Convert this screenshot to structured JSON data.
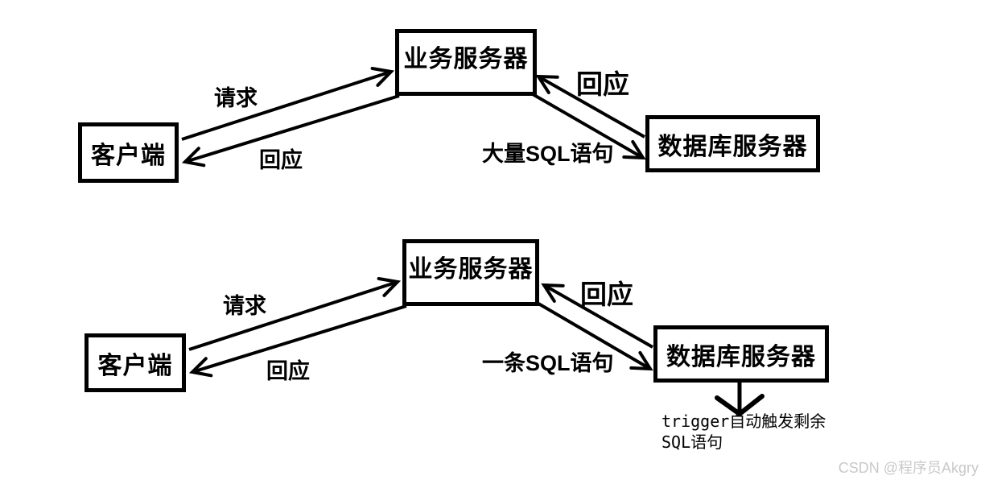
{
  "colors": {
    "ink": "#000000",
    "background": "#ffffff",
    "watermark": "#c9c9c9"
  },
  "top_diagram": {
    "client_label": "客户端",
    "app_server_label": "业务服务器",
    "db_server_label": "数据库服务器",
    "request_label": "请求",
    "response_to_client_label": "回应",
    "response_to_app_label": "回应",
    "sql_label": "大量SQL语句"
  },
  "bottom_diagram": {
    "client_label": "客户端",
    "app_server_label": "业务服务器",
    "db_server_label": "数据库服务器",
    "request_label": "请求",
    "response_to_client_label": "回应",
    "response_to_app_label": "回应",
    "sql_label": "一条SQL语句",
    "trigger_note_line1": "trigger自动触发剩余",
    "trigger_note_line2": "SQL语句"
  },
  "watermark": {
    "text": "CSDN @程序员Akgry"
  }
}
